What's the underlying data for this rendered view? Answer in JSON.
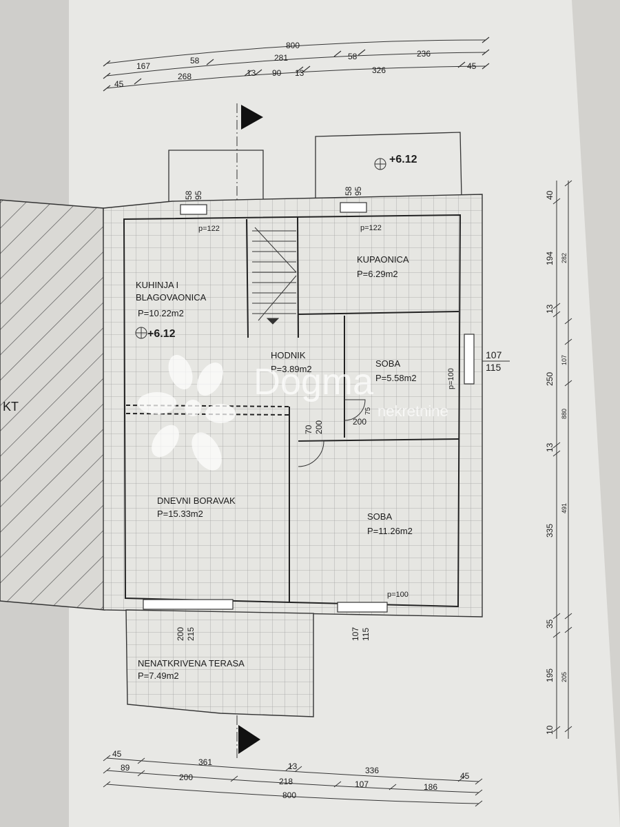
{
  "dimensions_top": {
    "row1": [
      "800"
    ],
    "row2": [
      "167",
      "58",
      "281",
      "58",
      "236"
    ],
    "row3": [
      "268",
      "13",
      "90",
      "13",
      "326",
      "45"
    ],
    "row3_left": "45"
  },
  "dimensions_bottom": {
    "row1": [
      "45",
      "361",
      "13",
      "336",
      "45"
    ],
    "row2": [
      "89",
      "200",
      "218",
      "107",
      "186"
    ],
    "row3": [
      "800"
    ]
  },
  "dimensions_right": {
    "outer": [
      "40",
      "194",
      "13",
      "250",
      "13",
      "335",
      "35",
      "195",
      "10"
    ],
    "inner": [
      "282",
      "107",
      "880",
      "491",
      "205"
    ]
  },
  "window_labels": {
    "w1": [
      "58",
      "95"
    ],
    "w2": [
      "58",
      "95"
    ],
    "w3": [
      "107",
      "115"
    ],
    "w4": [
      "200",
      "215"
    ],
    "w5": [
      "107",
      "115"
    ],
    "door": [
      "70",
      "200"
    ],
    "door2": [
      "75",
      "200"
    ]
  },
  "parapet_labels": [
    "p=122",
    "p=122",
    "p=100",
    "p=100"
  ],
  "levels": [
    "+6.12",
    "+6.12"
  ],
  "rooms": [
    {
      "name_line1": "KUHINJA I",
      "name_line2": "BLAGOVAONICA",
      "area": "P=10.22m2"
    },
    {
      "name_line1": "KUPAONICA",
      "area": "P=6.29m2"
    },
    {
      "name_line1": "HODNIK",
      "area": "P=3.89m2"
    },
    {
      "name_line1": "SOBA",
      "area": "P=5.58m2"
    },
    {
      "name_line1": "DNEVNI BORAVAK",
      "area": "P=15.33m2"
    },
    {
      "name_line1": "SOBA",
      "area": "P=11.26m2"
    },
    {
      "name_line1": "NENATKRIVENA TERASA",
      "area": "P=7.49m2"
    }
  ],
  "edge_label": "KT",
  "watermark": {
    "brand": "Dogma",
    "sub": "nekretnine"
  },
  "colors": {
    "paper": "#e7e7e4",
    "ink": "#1c1c1c",
    "tile": "#9a9a98",
    "watermark": "#ffffff"
  }
}
